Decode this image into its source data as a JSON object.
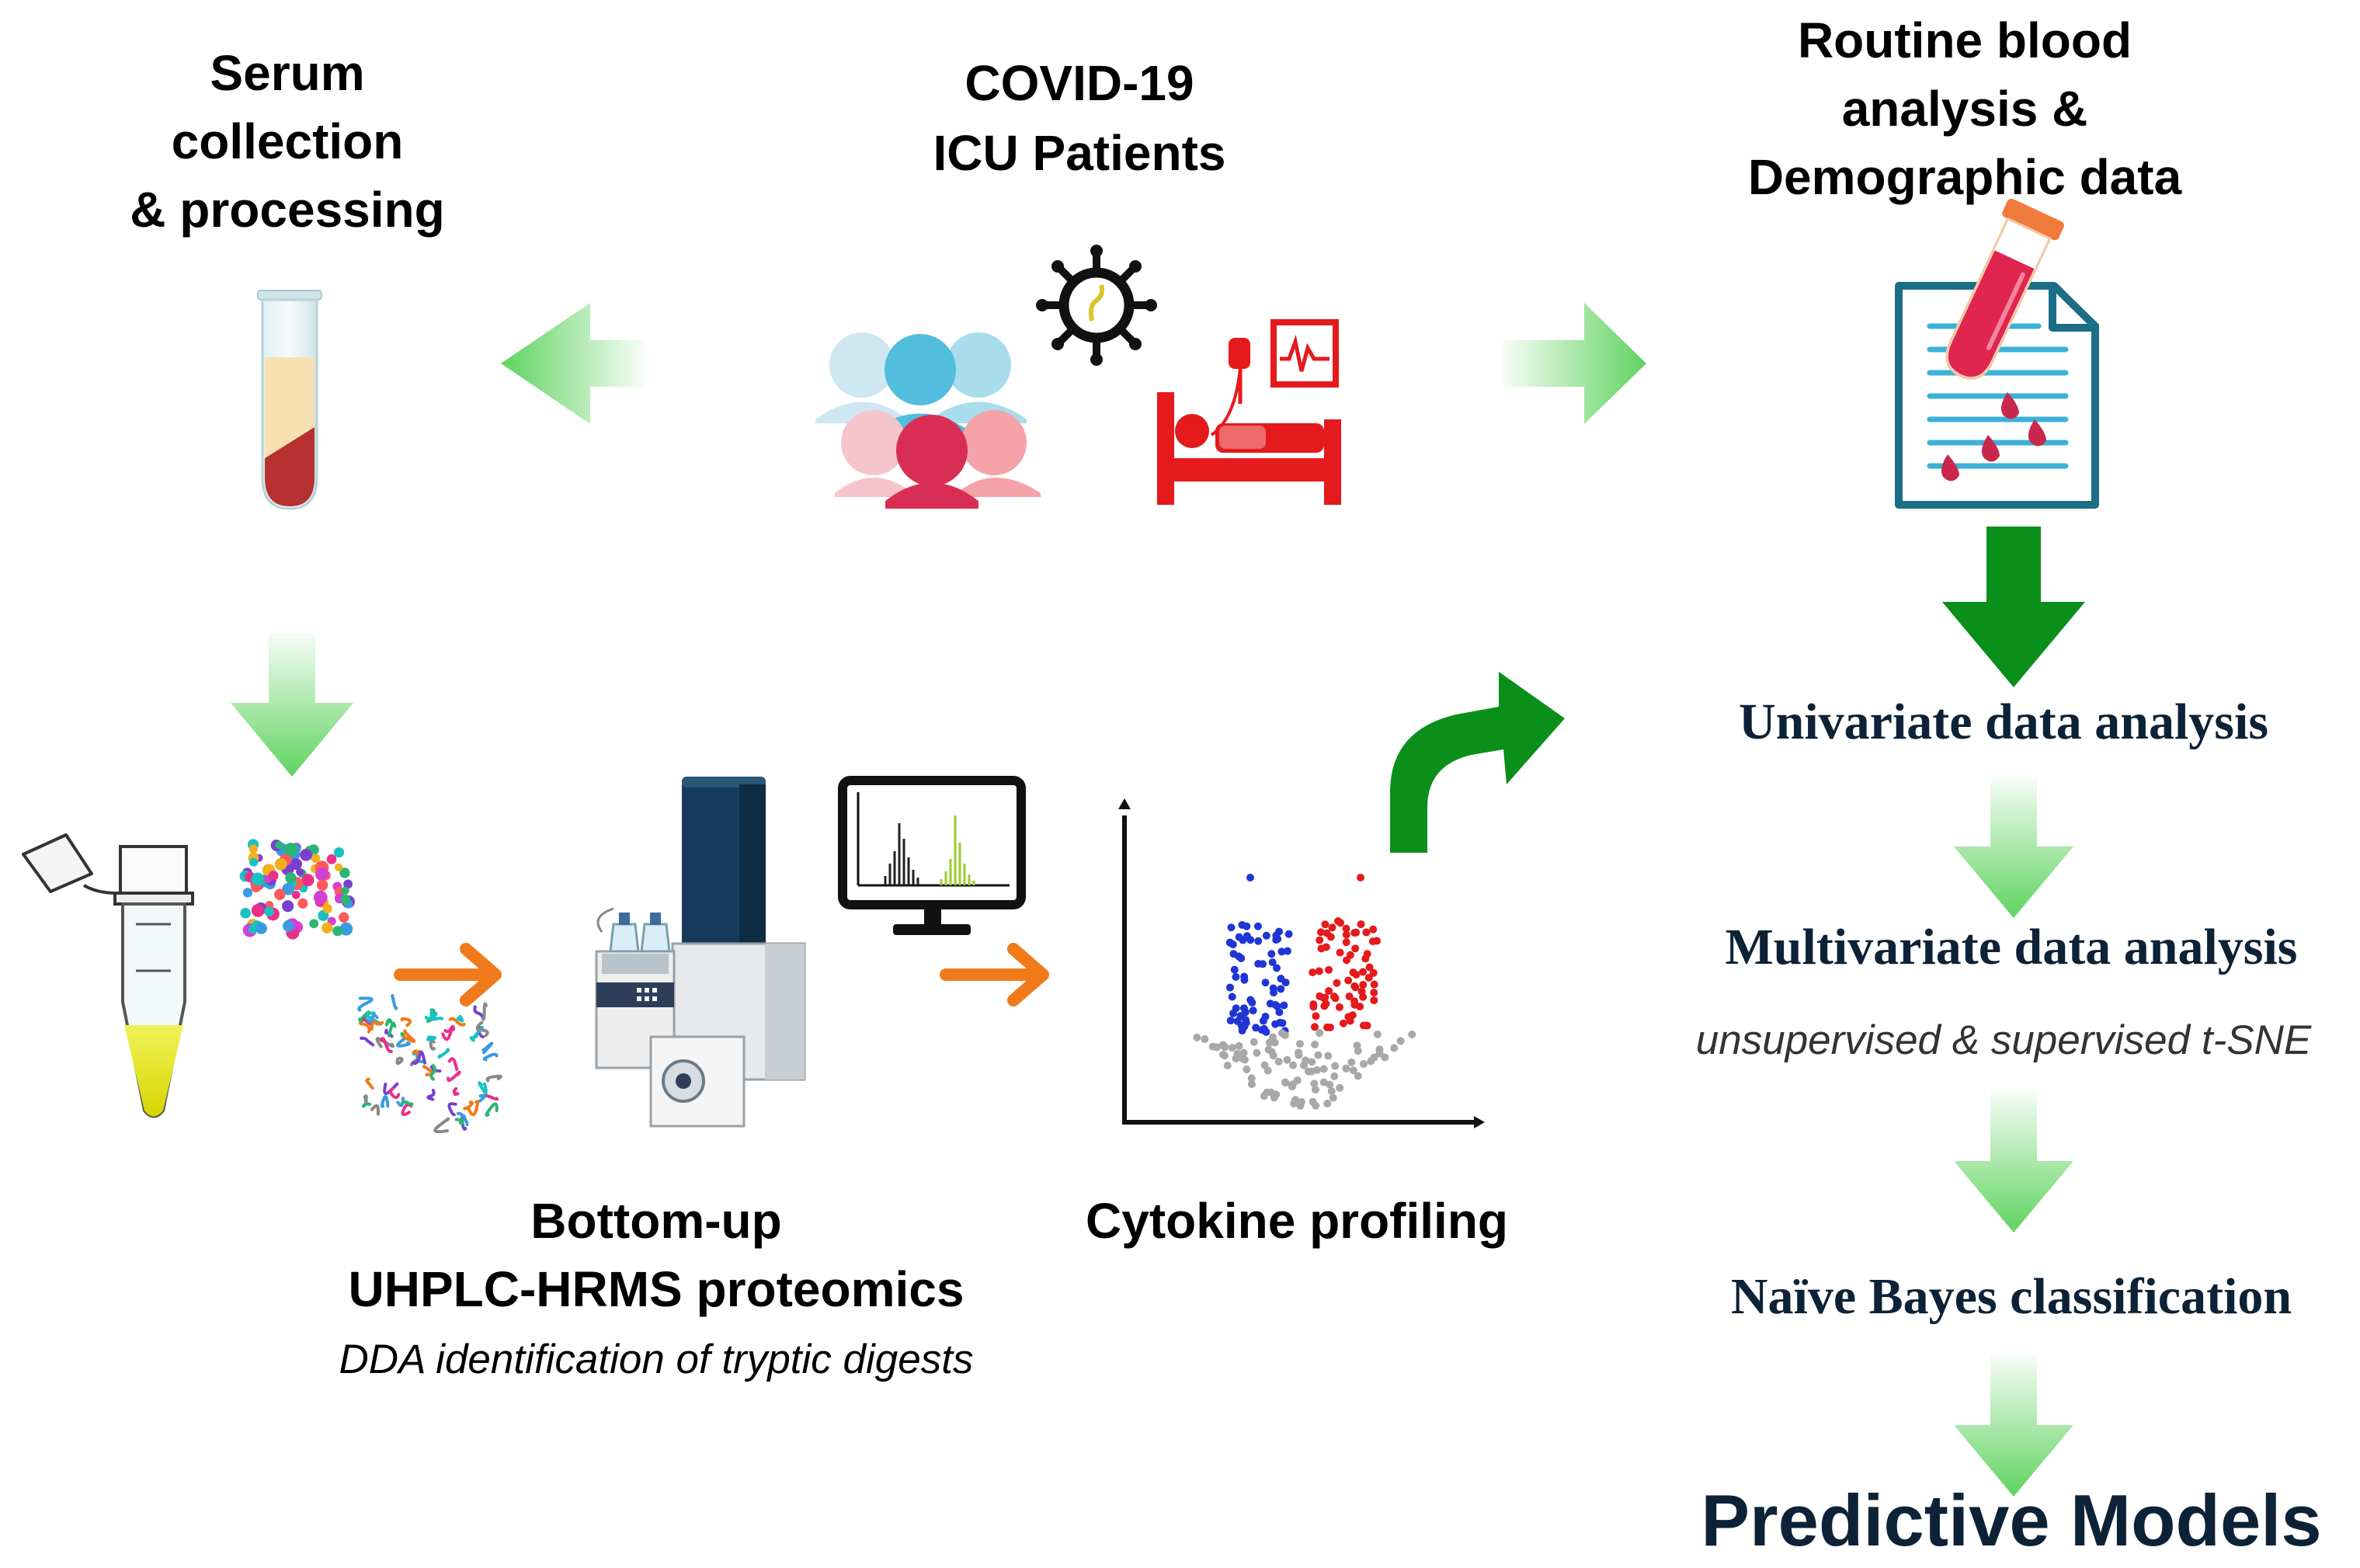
{
  "labels": {
    "patients": [
      "COVID-19",
      "ICU Patients"
    ],
    "serum": [
      "Serum",
      "collection",
      "& processing"
    ],
    "routine": [
      "Routine blood",
      "analysis &",
      "Demographic data"
    ],
    "proteomics": [
      "Bottom-up",
      "UHPLC-HRMS proteomics"
    ],
    "proteomics_note": "DDA identification of tryptic digests",
    "cytokine": "Cytokine profiling",
    "univariate": "Univariate data analysis",
    "multivariate": "Multivariate data analysis",
    "multivariate_note": "unsupervised & supervised t-SNE",
    "naive_bayes": "Naïve Bayes classification",
    "predictive": "Predictive Models"
  },
  "colors": {
    "light_green_arrow": "#5fd35f",
    "dark_green_arrow": "#0a8f1a",
    "orange_arrow": "#f07a1a",
    "title_navy": "#0d2236",
    "volcano_up": "#e41a1c",
    "volcano_down": "#1f35d6",
    "volcano_ns": "#a8a8a8"
  },
  "icons": [
    "virus-icon",
    "patient-group-icon",
    "hospital-bed-icon",
    "serum-tube-icon",
    "blood-report-icon",
    "microtube-icon",
    "peptides-icon",
    "mass-spectrometer-icon",
    "spectrum-monitor-icon",
    "volcano-plot-icon"
  ]
}
